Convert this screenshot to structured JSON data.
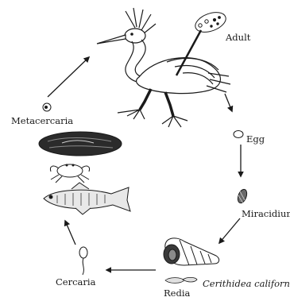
{
  "labels": {
    "adult": "Adult",
    "egg": "Egg",
    "miracidium": "Miracidium",
    "snail_species": "Cerithidea californica",
    "redia": "Redia",
    "cercaria": "Cercaria",
    "metacercaria": "Metacercaria"
  },
  "colors": {
    "ink": "#1a1a1a",
    "fish_body": "#e8e8e8",
    "mudflat": "#2b2b2b"
  },
  "icons": [
    "egret",
    "adult-fluke",
    "egg",
    "miracidium",
    "snail",
    "redia",
    "cercaria",
    "metacercaria-cyst",
    "mudflat",
    "crab",
    "killifish"
  ]
}
